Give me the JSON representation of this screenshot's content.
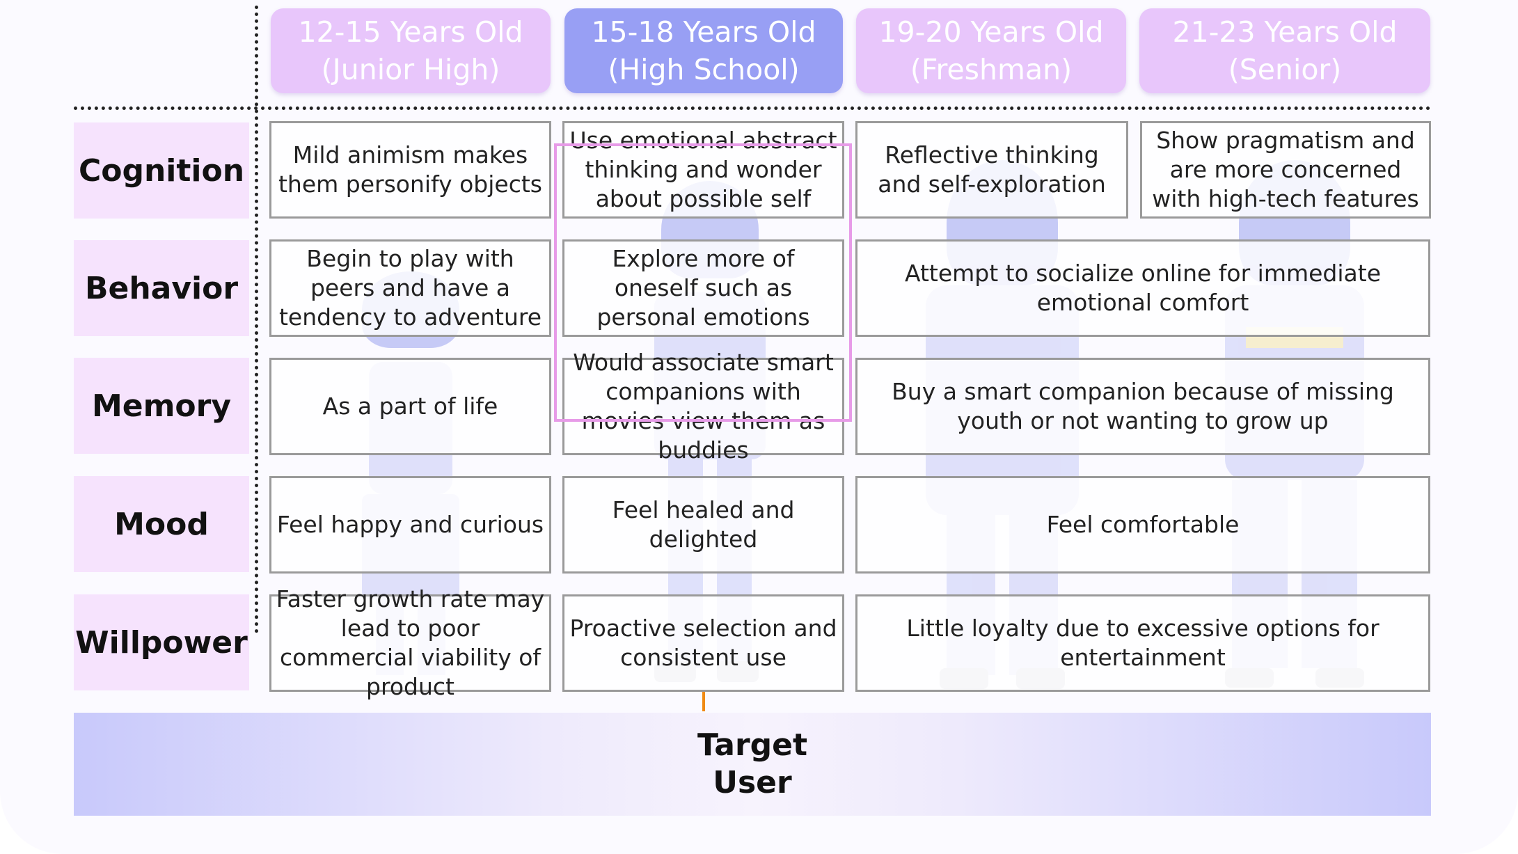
{
  "age_groups": [
    {
      "line1": "12-15 Years Old",
      "line2": "(Junior High)"
    },
    {
      "line1": "15-18 Years Old",
      "line2": "(High School)"
    },
    {
      "line1": "19-20 Years Old",
      "line2": "(Freshman)"
    },
    {
      "line1": "21-23 Years Old",
      "line2": "(Senior)"
    }
  ],
  "dimensions": [
    "Cognition",
    "Behavior",
    "Memory",
    "Mood",
    "Willpower"
  ],
  "cells": {
    "cognition": [
      "Mild animism makes them personify objects",
      "Use emotional abstract thinking and wonder about possible self",
      "Reflective thinking and self-exploration",
      "Show pragmatism and are more concerned with high-tech features"
    ],
    "behavior": [
      "Begin to play with peers and have a tendency to adventure",
      "Explore more of oneself such as personal emotions",
      "Attempt to socialize online for immediate emotional comfort"
    ],
    "memory": [
      "As a part of life",
      "Would associate smart companions with movies view them as buddies",
      "Buy a smart companion because of missing youth or not wanting to grow up"
    ],
    "mood": [
      "Feel happy and curious",
      "Feel healed and delighted",
      "Feel comfortable"
    ],
    "willpower": [
      "Faster growth rate may lead to poor commercial viability of product",
      "Proactive selection and consistent use",
      "Little loyalty due to excessive options for entertainment"
    ]
  },
  "target": "Target User",
  "colors": {
    "pill": "#e8c6fb",
    "pill_active": "#989ff4",
    "label_bg": "#f6e3fd",
    "highlight_border": "#e79be8",
    "arrow": "#f08a14",
    "band": "#c8c9fb"
  },
  "icons": [
    "down-arrow-icon"
  ]
}
